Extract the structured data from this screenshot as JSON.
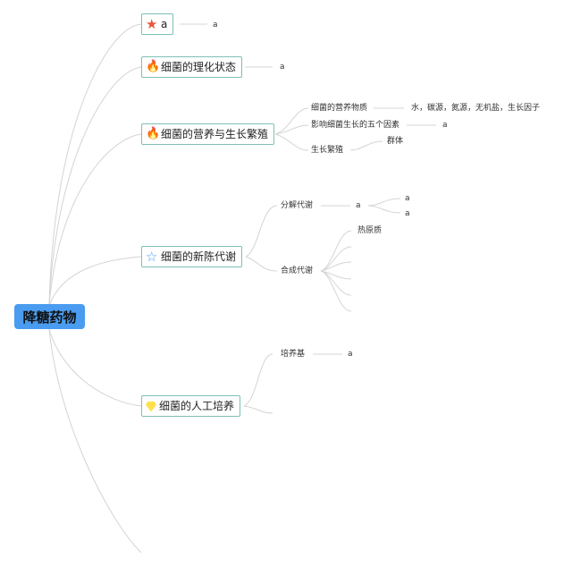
{
  "root": {
    "label": "降糖药物"
  },
  "topics": [
    {
      "label": "a",
      "icon": "star-icon",
      "child": "a"
    },
    {
      "label": "细菌的理化状态",
      "icon": "fire-icon",
      "child": "a"
    },
    {
      "label": "细菌的营养与生长繁殖",
      "icon": "fire-icon",
      "children": [
        {
          "label": "细菌的营养物质",
          "child": "水，碳源，氮源，无机盐，生长因子"
        },
        {
          "label": "影响细菌生长的五个因素",
          "child": "a"
        },
        {
          "label": "生长繁殖",
          "child": "群体"
        }
      ]
    },
    {
      "label": "细菌的新陈代谢",
      "icon": "star-outline-icon",
      "children": [
        {
          "label": "分解代谢",
          "child": "a",
          "grandchildren": [
            "a",
            "a"
          ]
        },
        {
          "label": "合成代谢",
          "children": [
            "热原质",
            "",
            "",
            "",
            "",
            ""
          ]
        }
      ]
    },
    {
      "label": "细菌的人工培养",
      "icon": "diamond-icon",
      "children": [
        {
          "label": "培养基",
          "child": "a"
        }
      ]
    }
  ],
  "colors": {
    "root_bg": "#4a9cf0",
    "node_border": "#7fbfb4",
    "branch": "#d4d4d4"
  }
}
